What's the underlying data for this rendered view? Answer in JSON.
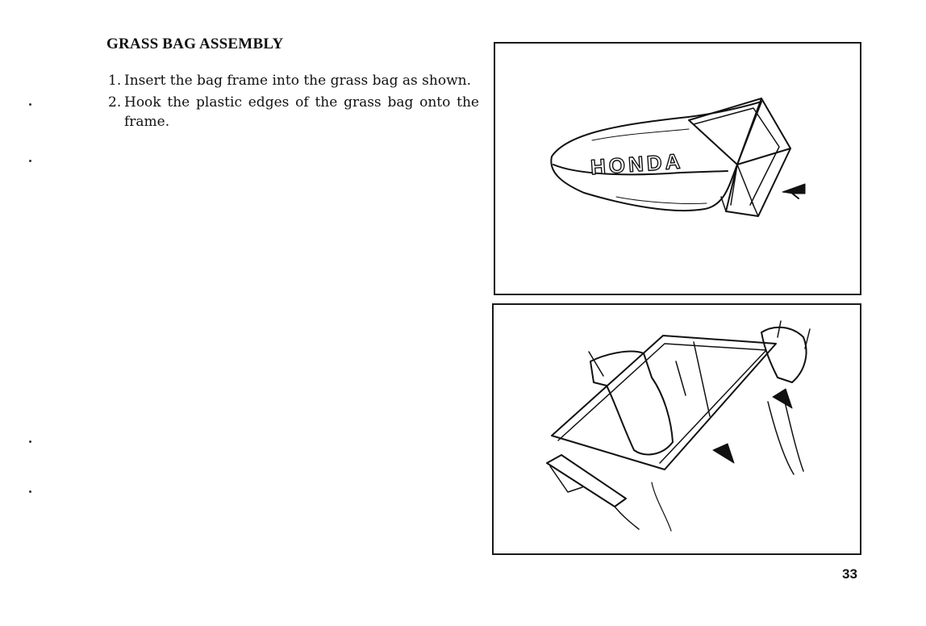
{
  "heading": "GRASS BAG ASSEMBLY",
  "steps": [
    {
      "number": "1.",
      "text": "Insert the bag frame into the grass bag as shown."
    },
    {
      "number": "2.",
      "text": "Hook the plastic edges of the grass bag onto the frame."
    }
  ],
  "figure1": {
    "bag_lettering": "HONDA"
  },
  "page_number": "33"
}
